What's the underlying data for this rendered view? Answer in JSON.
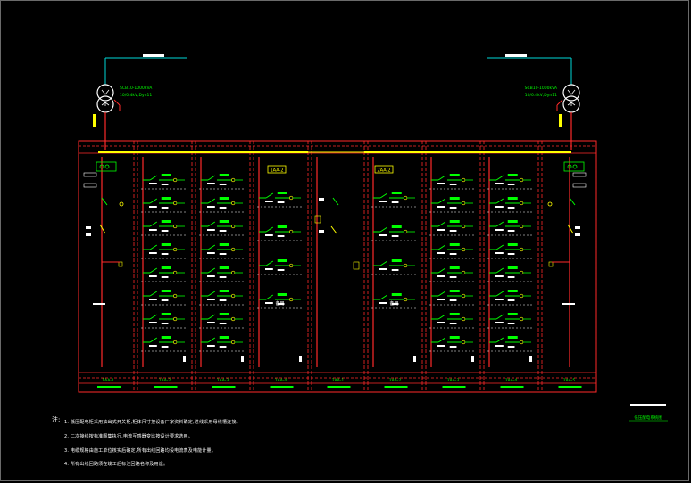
{
  "drawing": {
    "frame_color": "#6a6a6a",
    "bus_color": "#ffff00",
    "panel_outline_color": "#ff2a2a",
    "switch_color": "#00ff00",
    "feeder_color": "#00d8d8",
    "text_color": "#ffffff",
    "colors": {
      "yellow": "#ffff00",
      "red": "#ff2a2a",
      "green": "#00ff00",
      "cyan": "#00d8d8",
      "white": "#ffffff"
    }
  },
  "transformers": [
    {
      "side": "left",
      "icon": "transformer-icon",
      "rating_line1": "SCB10-1000kVA",
      "rating_line2": "10/0.4kV,Dyn11"
    },
    {
      "side": "right",
      "icon": "transformer-icon",
      "rating_line1": "SCB10-1000kVA",
      "rating_line2": "10/0.4kV,Dyn11"
    }
  ],
  "tie_labels": [
    "1AA-2",
    "2AA-2"
  ],
  "panels": [
    {
      "id": "1AA-1",
      "role": "incoming",
      "feeders": 3,
      "caption": ""
    },
    {
      "id": "1AA-2",
      "role": "outgoing",
      "feeders": 8,
      "caption": ""
    },
    {
      "id": "1AA-3",
      "role": "outgoing",
      "feeders": 8,
      "caption": ""
    },
    {
      "id": "1AA-4",
      "role": "outgoing",
      "feeders": 4,
      "caption": "备用"
    },
    {
      "id": "2AA-1",
      "role": "coupler",
      "feeders": 2,
      "caption": ""
    },
    {
      "id": "2AA-2",
      "role": "outgoing",
      "feeders": 4,
      "caption": "备用"
    },
    {
      "id": "2AA-3",
      "role": "outgoing",
      "feeders": 8,
      "caption": ""
    },
    {
      "id": "2AA-4",
      "role": "outgoing",
      "feeders": 8,
      "caption": ""
    },
    {
      "id": "2AA-5",
      "role": "incoming",
      "feeders": 3,
      "caption": ""
    }
  ],
  "legend": {
    "title": "低压配电系统图"
  },
  "notes": {
    "lead": "注:",
    "items": [
      "1. 低压配电柜采用抽出式开关柜,柜体尺寸按设备厂家资料确定,进线采用母线槽连接。",
      "2. 二次接线按标准图集执行,电流互感器变比按设计要求选用。",
      "3. 电缆规格由施工单位核实后确定,所有出线回路均设电流表及电能计量。",
      "4. 所有出线回路须在竣工后标注回路名称及用途。"
    ]
  }
}
